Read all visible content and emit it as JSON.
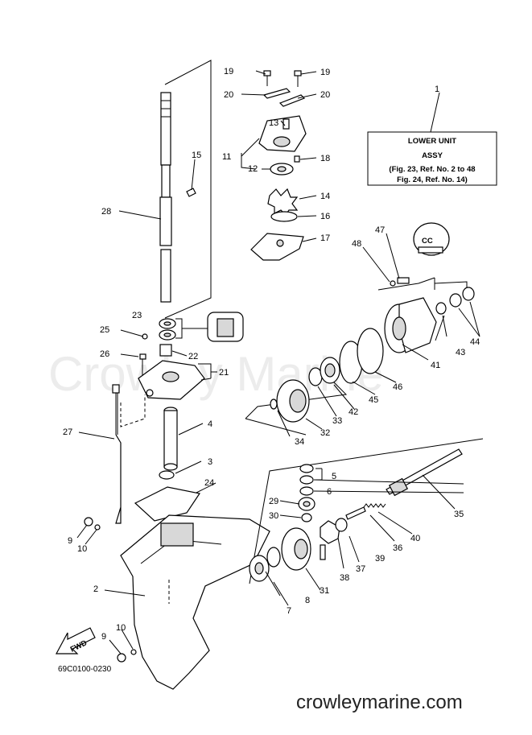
{
  "assy_box": {
    "line1": "LOWER UNIT",
    "line2": "ASSY",
    "line3": "(Fig. 23, Ref. No. 2 to 48",
    "line4": "Fig. 24, Ref. No. 14)"
  },
  "watermark": "Crowley Marine",
  "footer_url": "crowleymarine.com",
  "diagram_code": "69C0100-0230",
  "fwd_label": "FWD",
  "cc_label": "CC",
  "callouts": [
    "1",
    "2",
    "3",
    "4",
    "5",
    "6",
    "7",
    "8",
    "9",
    "9",
    "10",
    "10",
    "11",
    "12",
    "13",
    "14",
    "15",
    "16",
    "17",
    "18",
    "19",
    "19",
    "20",
    "20",
    "21",
    "22",
    "23",
    "24",
    "25",
    "26",
    "27",
    "28",
    "29",
    "30",
    "31",
    "32",
    "33",
    "34",
    "35",
    "36",
    "37",
    "38",
    "39",
    "40",
    "41",
    "42",
    "43",
    "44",
    "45",
    "46",
    "47",
    "48"
  ]
}
